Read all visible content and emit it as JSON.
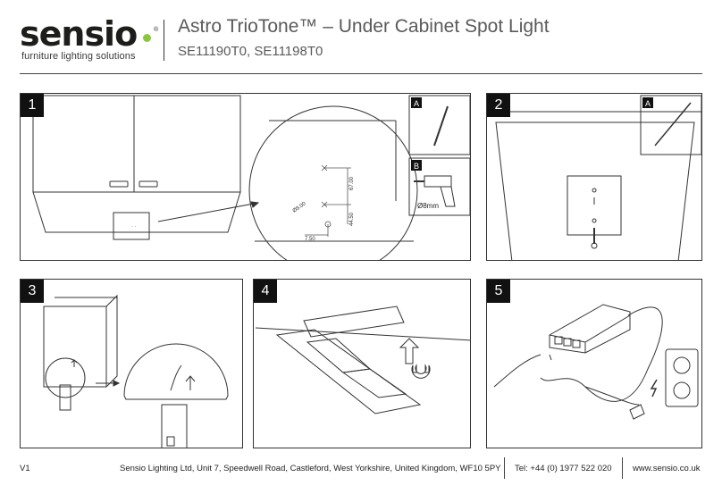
{
  "brand": {
    "logo_text": "sensio",
    "registered": "®",
    "tagline": "furniture lighting solutions"
  },
  "header": {
    "title": "Astro TrioTone™ – Under Cabinet Spot Light",
    "subtitle": "SE11190T0, SE11198T0"
  },
  "steps": [
    {
      "number": "1",
      "insets": [
        {
          "label": "A"
        },
        {
          "label": "B",
          "drill_size": "Ø8mm"
        }
      ],
      "dimensions": {
        "vertical_spacing": "67.00",
        "lower_offset": "44.50",
        "hole_diameter": "Ø8.00",
        "edge_offset": "7.50"
      }
    },
    {
      "number": "2",
      "insets": [
        {
          "label": "A"
        }
      ]
    },
    {
      "number": "3"
    },
    {
      "number": "4"
    },
    {
      "number": "5"
    }
  ],
  "footer": {
    "version": "V1",
    "address": "Sensio Lighting Ltd, Unit 7, Speedwell Road, Castleford, West Yorkshire, United Kingdom, WF10 5PY",
    "tel": "Tel: +44 (0) 1977 522 020",
    "website": "www.sensio.co.uk"
  },
  "colors": {
    "brand_green": "#8cc63f",
    "step_badge": "#111111",
    "line": "#333333"
  }
}
